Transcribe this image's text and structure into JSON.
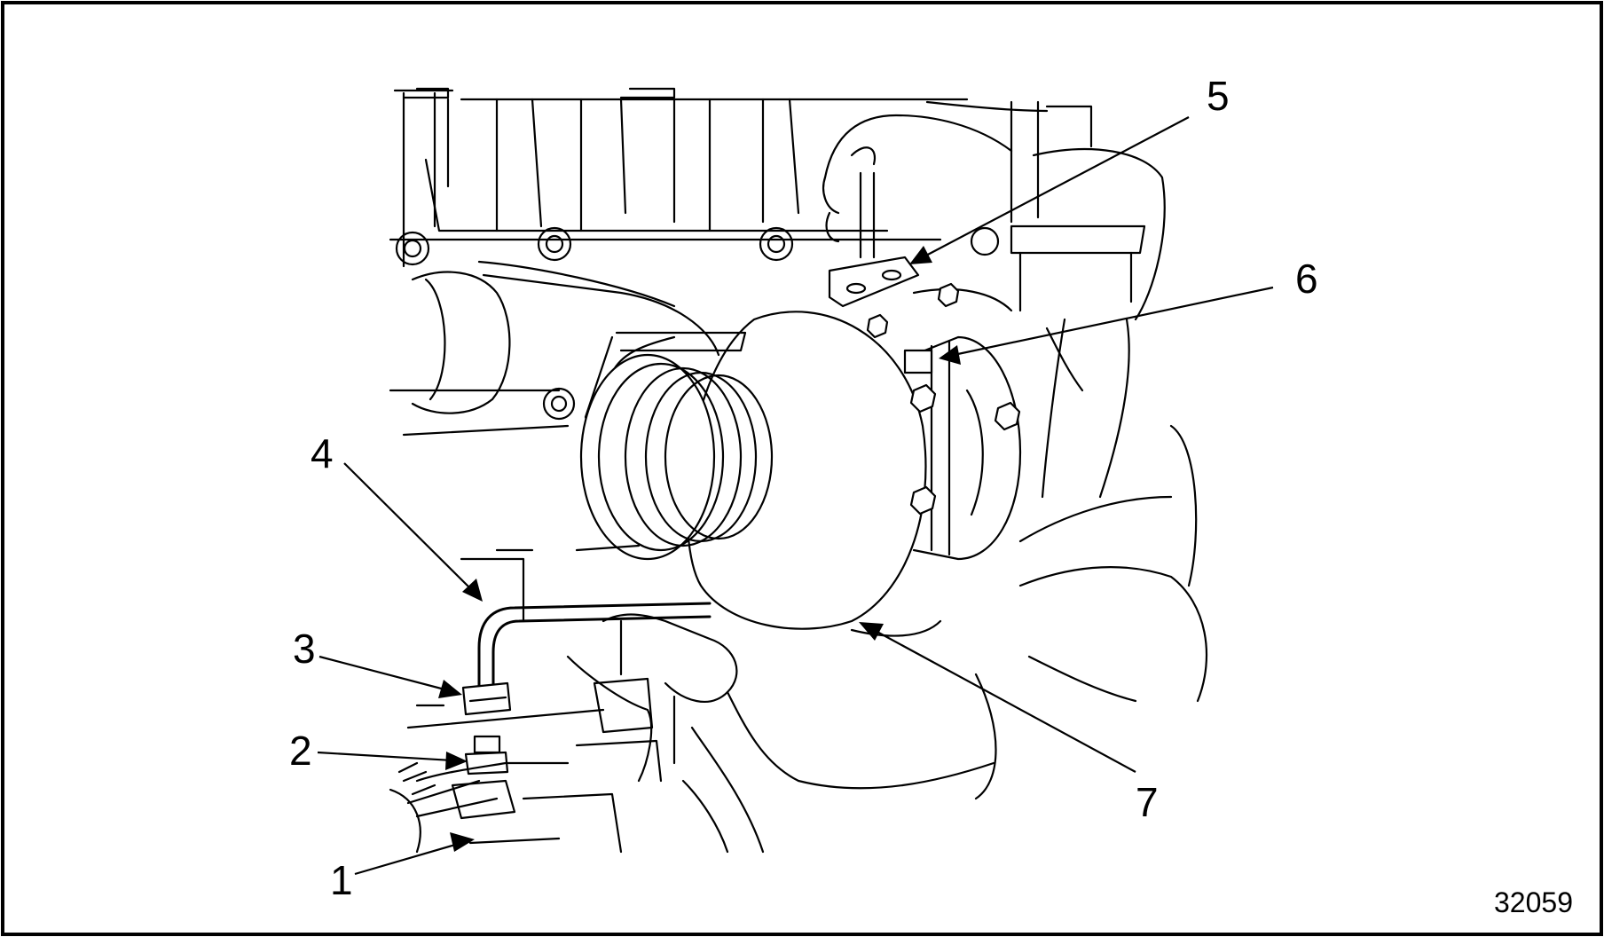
{
  "figure_number": "32059",
  "callouts": [
    {
      "id": "1",
      "label": "1"
    },
    {
      "id": "2",
      "label": "2"
    },
    {
      "id": "3",
      "label": "3"
    },
    {
      "id": "4",
      "label": "4"
    },
    {
      "id": "5",
      "label": "5"
    },
    {
      "id": "6",
      "label": "6"
    },
    {
      "id": "7",
      "label": "7"
    }
  ],
  "colors": {
    "line": "#000000",
    "background": "#ffffff"
  }
}
